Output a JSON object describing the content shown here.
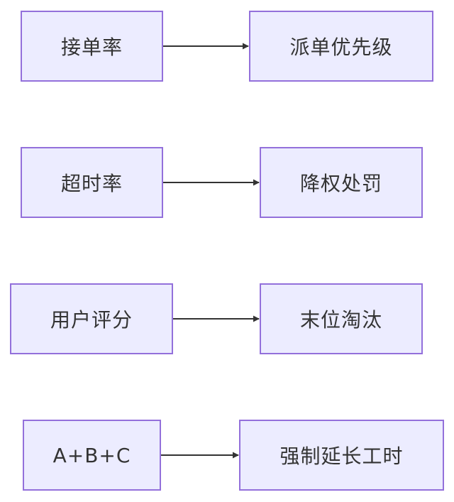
{
  "diagram": {
    "type": "flowchart",
    "direction": "left-to-right",
    "colors": {
      "node_fill": "#ececff",
      "node_border": "#9370db",
      "edge": "#333333",
      "text": "#333333"
    },
    "rows": [
      {
        "source": "接单率",
        "target": "派单优先级"
      },
      {
        "source": "超时率",
        "target": "降权处罚"
      },
      {
        "source": "用户评分",
        "target": "末位淘汰"
      },
      {
        "source": "A+B+C",
        "target": "强制延长工时"
      }
    ]
  }
}
